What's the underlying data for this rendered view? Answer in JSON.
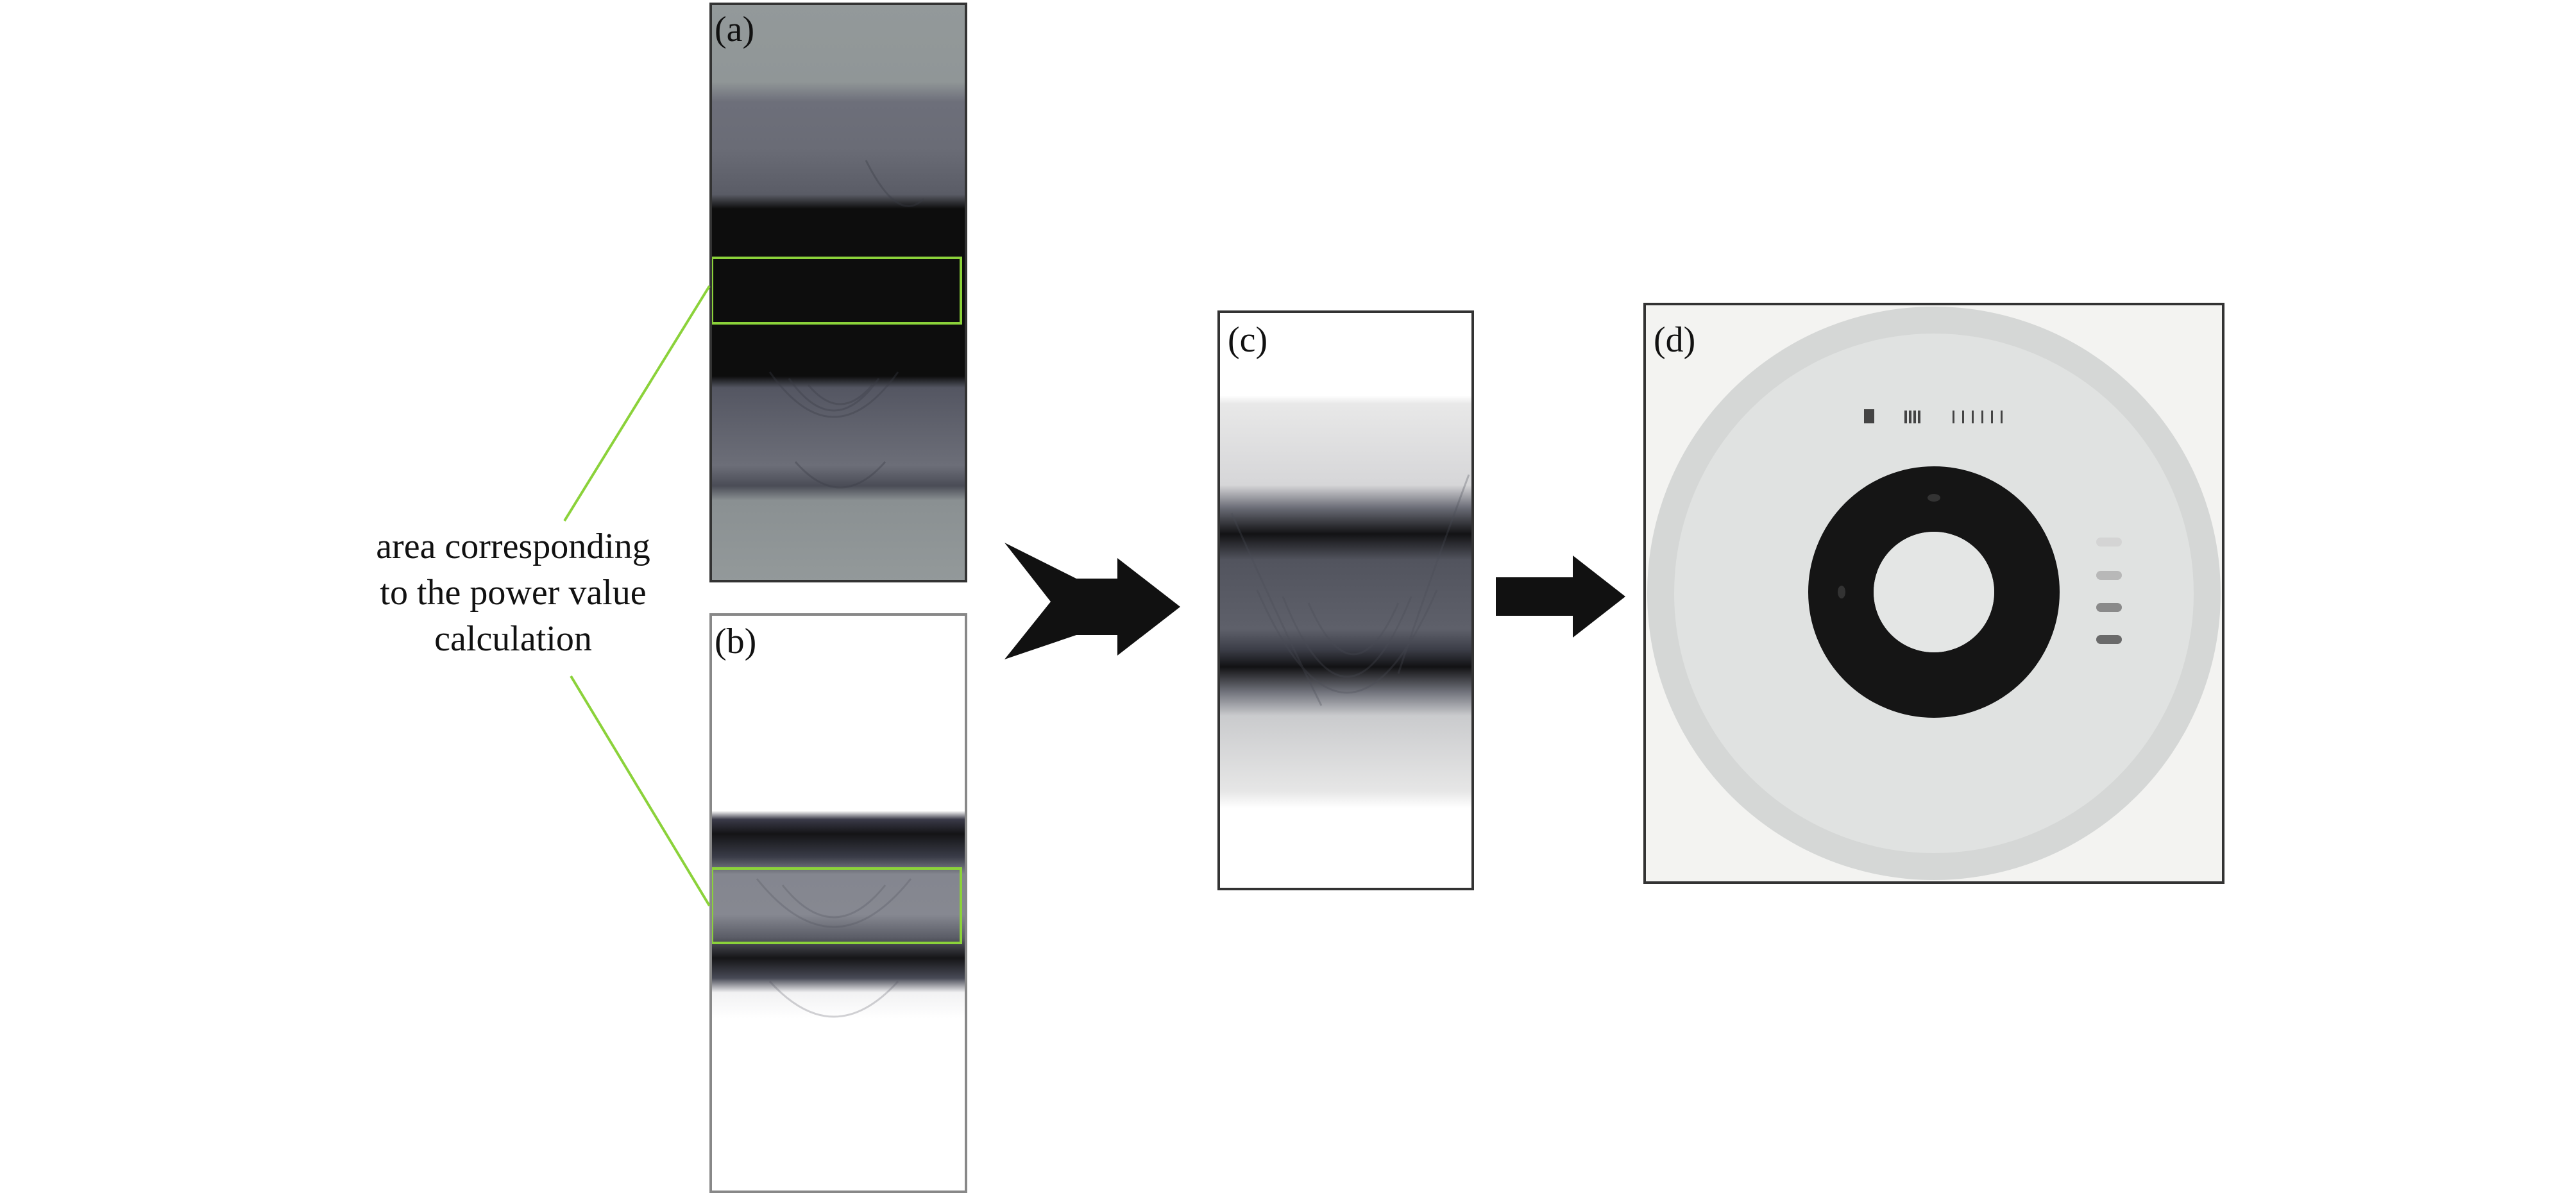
{
  "panels": {
    "a": {
      "label": "(a)"
    },
    "b": {
      "label": "(b)"
    },
    "c": {
      "label": "(c)"
    },
    "d": {
      "label": "(d)"
    }
  },
  "annotation": {
    "lines": [
      "area corresponding",
      "to the power value",
      "calculation"
    ]
  },
  "colors": {
    "highlight_box": "#8bd23a",
    "arrow": "#111111",
    "panel_border": "#333333",
    "band_dark": "#0c0c0c",
    "sinogram_gray": "#939a9b"
  },
  "icons": {
    "arrow_1": "chevron-arrow-right-icon",
    "arrow_2": "block-arrow-right-icon"
  }
}
